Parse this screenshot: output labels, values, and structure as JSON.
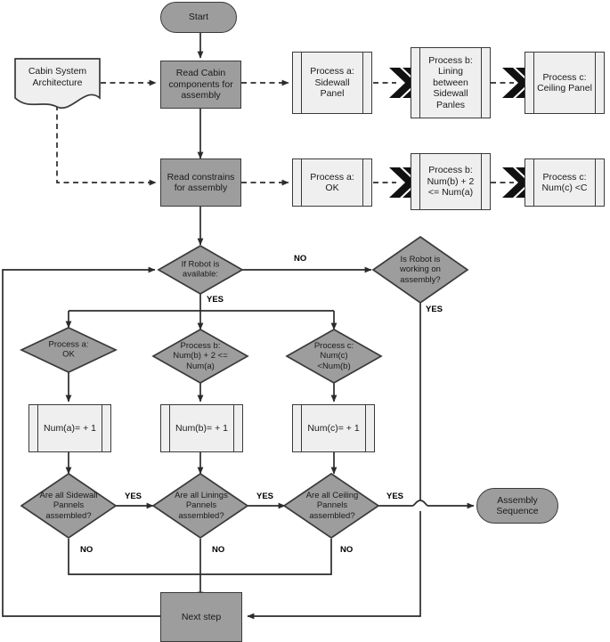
{
  "diagram": {
    "title": "Cabin assembly sequence flowchart",
    "colors": {
      "process_fill": "#9d9d9d",
      "predefined_fill": "#efefef",
      "stroke": "#3a3a3a",
      "line": "#2b2b2b"
    }
  },
  "nodes": {
    "start": "Start",
    "cabin_system_architecture": "Cabin System\nArchitecture",
    "read_cabin_components": "Read Cabin\ncomponents for\nassembly",
    "read_constrains": "Read constrains\nfor assembly",
    "proc_a_sidewall": "Process a:\nSidewall\nPanel",
    "proc_b_lining": "Process b:\nLining\nbetween\nSidewall\nPanles",
    "proc_c_ceiling": "Process c:\nCeiling Panel",
    "constr_a_ok": "Process a:\nOK",
    "constr_b_num": "Process b:\nNum(b) + 2\n<= Num(a)",
    "constr_c_num": "Process c:\nNum(c) <C",
    "if_robot_available": "If Robot is\navailable:",
    "is_robot_working": "Is Robot is\nworking on\nassembly?",
    "dia_proc_a": "Process a:\nOK",
    "dia_proc_b": "Process b:\nNum(b) + 2 <=\nNum(a)",
    "dia_proc_c": "Process c:\nNum(c)\n<Num(b)",
    "num_a_inc": "Num(a)= + 1",
    "num_b_inc": "Num(b)= + 1",
    "num_c_inc": "Num(c)= + 1",
    "dia_all_sidewall": "Are all Sidewall\nPannels\nassembled?",
    "dia_all_linings": "Are all Linings\nPannels\nassembled?",
    "dia_all_ceiling": "Are all Ceiling\nPannels\nassembled?",
    "assembly_sequence": "Assembly\nSequence",
    "next_step": "Next step"
  },
  "edge_labels": {
    "no_robot": "NO",
    "yes_robot": "YES",
    "yes_working": "YES",
    "yes_sidewall": "YES",
    "yes_linings": "YES",
    "yes_ceiling": "YES",
    "no_sidewall": "NO",
    "no_linings": "NO",
    "no_ceiling": "NO"
  }
}
